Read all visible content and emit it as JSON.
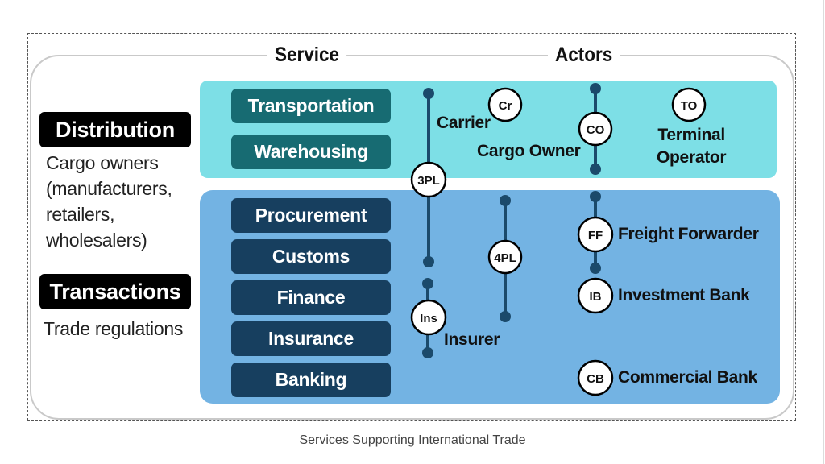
{
  "diagram": {
    "headers": {
      "service": "Service",
      "actors": "Actors"
    },
    "categories": [
      {
        "label": "Distribution",
        "description": [
          "Cargo owners",
          "(manufacturers,",
          "retailers,",
          "wholesalers)"
        ]
      },
      {
        "label": "Transactions",
        "description": [
          "Trade regulations"
        ]
      }
    ],
    "services_distribution": [
      "Transportation",
      "Warehousing"
    ],
    "services_transactions": [
      "Procurement",
      "Customs",
      "Finance",
      "Insurance",
      "Banking"
    ],
    "actors": [
      {
        "code": "Cr",
        "name": "Carrier"
      },
      {
        "code": "CO",
        "name": "Cargo Owner"
      },
      {
        "code": "TO",
        "name": "Terminal Operator",
        "name_lines": [
          "Terminal",
          "Operator"
        ]
      },
      {
        "code": "3PL",
        "name": ""
      },
      {
        "code": "4PL",
        "name": ""
      },
      {
        "code": "Ins",
        "name": "Insurer"
      },
      {
        "code": "FF",
        "name": "Freight Forwarder"
      },
      {
        "code": "IB",
        "name": "Investment Bank"
      },
      {
        "code": "CB",
        "name": "Commercial Bank"
      }
    ],
    "colors": {
      "distribution_panel": "#7ddfe6",
      "transactions_panel": "#73b3e3",
      "distribution_service": "#176b72",
      "transactions_service": "#173f5f",
      "connector": "#1b4a6b"
    }
  },
  "caption": "Services Supporting International Trade"
}
